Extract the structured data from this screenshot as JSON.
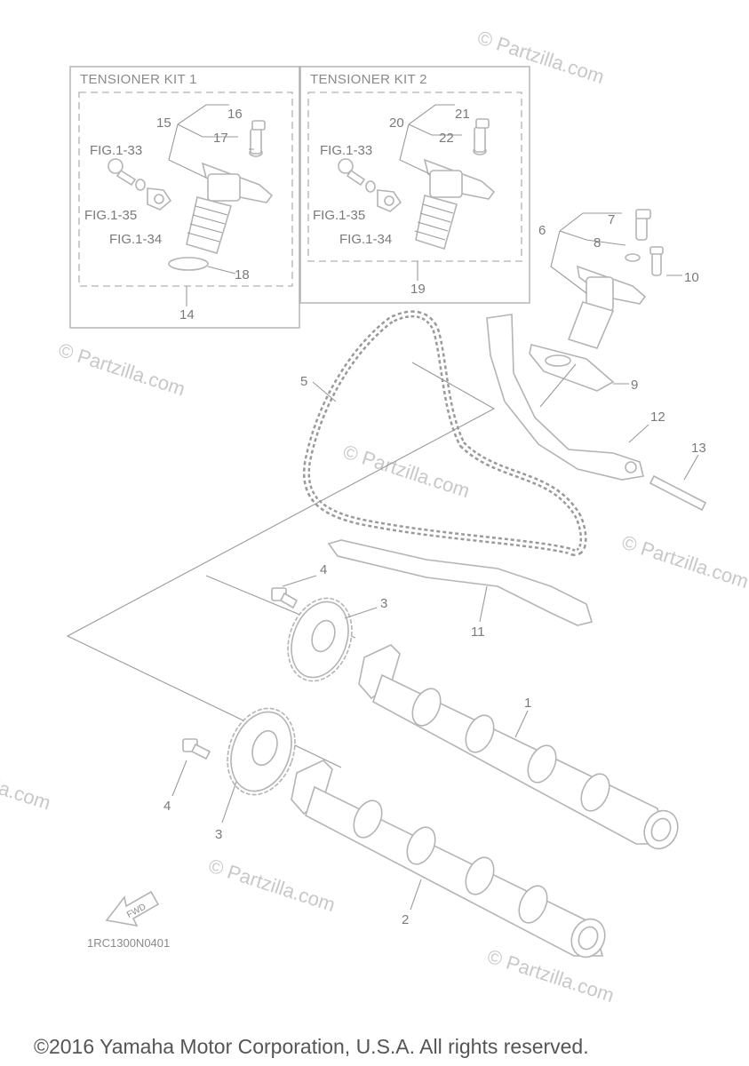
{
  "kits": [
    {
      "title": "TENSIONER KIT 1"
    },
    {
      "title": "TENSIONER KIT 2"
    }
  ],
  "callouts": {
    "c1": "1",
    "c2": "2",
    "c3a": "3",
    "c3b": "3",
    "c4a": "4",
    "c4b": "4",
    "c5": "5",
    "c6": "6",
    "c7": "7",
    "c8": "8",
    "c9": "9",
    "c10": "10",
    "c11": "11",
    "c12": "12",
    "c13": "13",
    "c14": "14",
    "c15": "15",
    "c16": "16",
    "c17": "17",
    "c18": "18",
    "c19": "19",
    "c20": "20",
    "c21": "21",
    "c22": "22"
  },
  "fig_refs": {
    "k1_33": "FIG.1-33",
    "k1_35": "FIG.1-35",
    "k1_34": "FIG.1-34",
    "k2_33": "FIG.1-33",
    "k2_35": "FIG.1-35",
    "k2_34": "FIG.1-34"
  },
  "fwd_label": "FWD",
  "diagram_code": "1RC1300N0401",
  "watermark": "© Partzilla.com",
  "copyright": "©2016 Yamaha Motor Corporation, U.S.A. All rights reserved."
}
